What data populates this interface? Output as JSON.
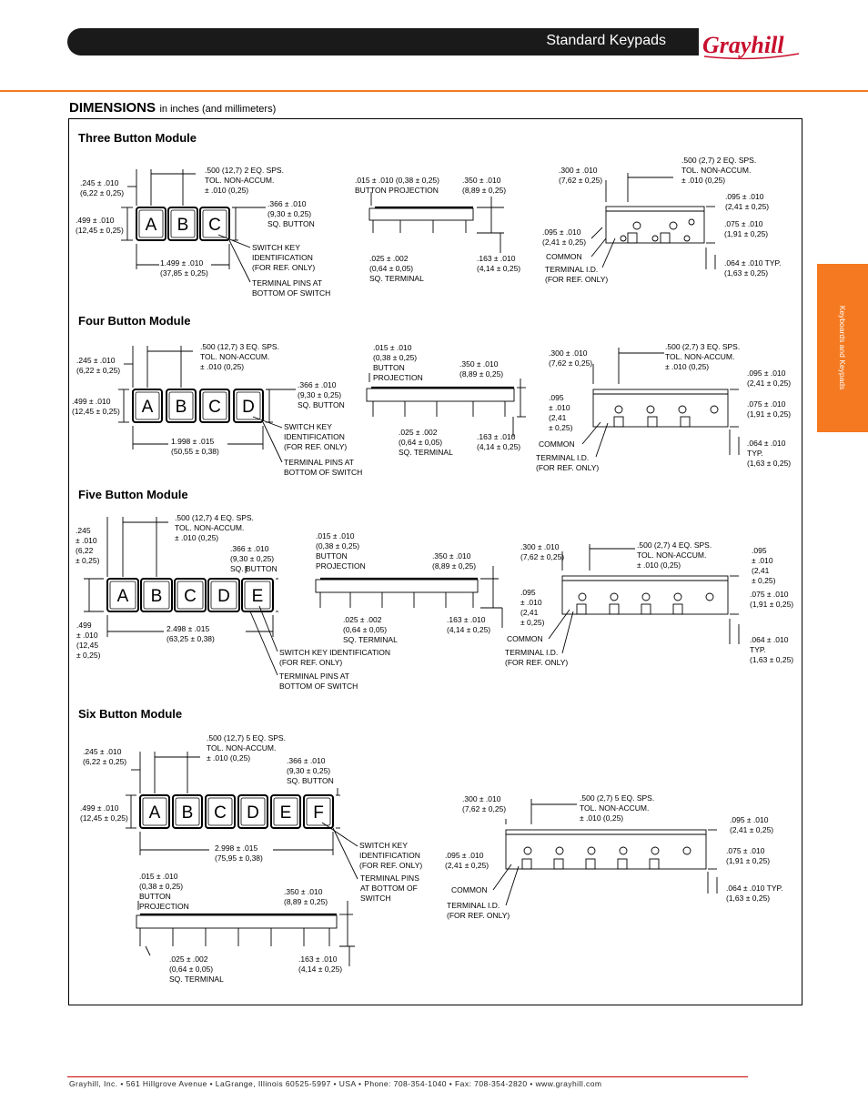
{
  "header": {
    "title": "Standard Keypads",
    "brand": "Grayhill"
  },
  "section": {
    "heading": "DIMENSIONS",
    "subheading": "in inches (and millimeters)"
  },
  "side_tab": {
    "label": "Keyboards and Keypads"
  },
  "colors": {
    "accent": "#f47920",
    "brand_red": "#c8102e",
    "header_bar": "#1a1a1a"
  },
  "modules": {
    "three": {
      "title": "Three Button Module",
      "keys": [
        "A",
        "B",
        "C"
      ],
      "labels": {
        "pitch": ".500 (12,7) 2 EQ. SPS.\nTOL. NON-ACCUM.\n± .010 (0,25)",
        "w245": ".245 ± .010\n(6,22 ± 0,25)",
        "h499": ".499 ± .010\n(12,45 ± 0,25)",
        "sq366": ".366 ± .010\n(9,30 ± 0,25)\nSQ. BUTTON",
        "len": "1.499 ± .010\n(37,85 ± 0,25)",
        "swkey": "SWITCH KEY\nIDENTIFICATION\n(FOR REF. ONLY)",
        "pins": "TERMINAL PINS AT\nBOTTOM OF SWITCH",
        "proj": ".015 ± .010 (0,38 ± 0,25)\nBUTTON PROJECTION",
        "h350": ".350 ± .010\n(8,89 ± 0,25)",
        "sqt": ".025 ± .002\n(0,64 ± 0,05)\nSQ. TERMINAL",
        "h163": ".163 ± .010\n(4,14 ± 0,25)",
        "b300": ".300 ± .010\n(7,62 ± 0,25)",
        "b500": ".500 (2,7) 2 EQ. SPS.\nTOL. NON-ACCUM.\n± .010 (0,25)",
        "b095r": ".095 ± .010\n(2,41 ± 0,25)",
        "b075": ".075 ± .010\n(1,91 ± 0,25)",
        "b095l": ".095 ± .010\n(2,41 ± 0,25)",
        "common": "COMMON",
        "termid": "TERMINAL I.D.\n(FOR REF. ONLY)",
        "b064": ".064 ± .010 TYP.\n(1,63 ± 0,25)"
      }
    },
    "four": {
      "title": "Four Button Module",
      "keys": [
        "A",
        "B",
        "C",
        "D"
      ],
      "labels": {
        "pitch": ".500 (12,7) 3 EQ. SPS.\nTOL. NON-ACCUM.\n± .010 (0,25)",
        "w245": ".245 ± .010\n(6,22 ± 0,25)",
        "h499": ".499 ± .010\n(12,45 ± 0,25)",
        "sq366": ".366 ± .010\n(9,30 ± 0,25)\nSQ. BUTTON",
        "len": "1.998 ± .015\n(50,55 ± 0,38)",
        "swkey": "SWITCH KEY\nIDENTIFICATION\n(FOR REF. ONLY)",
        "pins": "TERMINAL PINS AT\nBOTTOM OF SWITCH",
        "proj": ".015 ± .010\n(0,38 ± 0,25)\nBUTTON\nPROJECTION",
        "h350": ".350 ± .010\n(8,89 ± 0,25)",
        "sqt": ".025 ± .002\n(0,64 ± 0,05)\nSQ. TERMINAL",
        "h163": ".163 ± .010\n(4,14 ± 0,25)",
        "b300": ".300 ± .010\n(7,62 ± 0,25)",
        "b500": ".500 (2,7) 3 EQ. SPS.\nTOL. NON-ACCUM.\n± .010 (0,25)",
        "b095r": ".095 ± .010\n(2,41 ± 0,25)",
        "b075": ".075 ± .010\n(1,91 ± 0,25)",
        "b095l": ".095\n± .010\n(2,41\n± 0,25)",
        "common": "COMMON",
        "termid": "TERMINAL I.D.\n(FOR REF. ONLY)",
        "b064": ".064 ± .010\nTYP.\n(1,63 ± 0,25)"
      }
    },
    "five": {
      "title": "Five Button Module",
      "keys": [
        "A",
        "B",
        "C",
        "D",
        "E"
      ],
      "labels": {
        "pitch": ".500 (12,7) 4 EQ. SPS.\nTOL. NON-ACCUM.\n± .010 (0,25)",
        "w245": ".245\n± .010\n(6,22\n± 0,25)",
        "h499": ".499\n± .010\n(12,45\n± 0,25)",
        "sq366": ".366 ± .010\n(9,30 ± 0,25)\nSQ. BUTTON",
        "len": "2.498 ± .015\n(63,25 ± 0,38)",
        "swkey": "SWITCH KEY IDENTIFICATION\n(FOR REF. ONLY)",
        "pins": "TERMINAL PINS AT\nBOTTOM OF SWITCH",
        "proj": ".015 ± .010\n(0,38 ± 0,25)\nBUTTON\nPROJECTION",
        "h350": ".350 ± .010\n(8,89 ± 0,25)",
        "sqt": ".025 ± .002\n(0,64 ± 0,05)\nSQ. TERMINAL",
        "h163": ".163 ± .010\n(4,14 ± 0,25)",
        "b300": ".300 ± .010\n(7,62 ± 0,25)",
        "b500": ".500 (2,7) 4 EQ. SPS.\nTOL. NON-ACCUM.\n± .010 (0,25)",
        "b095r": ".095\n± .010\n(2,41\n± 0,25)",
        "b075": ".075 ± .010\n(1,91 ± 0,25)",
        "b095l": ".095\n± .010\n(2,41\n± 0,25)",
        "common": "COMMON",
        "termid": "TERMINAL I.D.\n(FOR REF. ONLY)",
        "b064": ".064 ± .010\nTYP.\n(1,63 ± 0,25)"
      }
    },
    "six": {
      "title": "Six Button Module",
      "keys": [
        "A",
        "B",
        "C",
        "D",
        "E",
        "F"
      ],
      "labels": {
        "pitch": ".500 (12,7) 5 EQ. SPS.\nTOL. NON-ACCUM.\n± .010 (0,25)",
        "w245": ".245 ± .010\n(6,22 ± 0,25)",
        "h499": ".499 ± .010\n(12,45 ± 0,25)",
        "sq366": ".366 ± .010\n(9,30 ± 0,25)\nSQ. BUTTON",
        "len": "2.998 ± .015\n(75,95 ± 0,38)",
        "swkey": "SWITCH KEY\nIDENTIFICATION\n(FOR REF. ONLY)",
        "pins": "TERMINAL PINS\nAT BOTTOM OF\nSWITCH",
        "proj": ".015 ± .010\n(0,38 ± 0,25)\nBUTTON\nPROJECTION",
        "h350": ".350 ± .010\n(8,89 ± 0,25)",
        "sqt": ".025 ± .002\n(0,64 ± 0,05)\nSQ. TERMINAL",
        "h163": ".163 ± .010\n(4,14 ± 0,25)",
        "b300": ".300 ± .010\n(7,62 ± 0,25)",
        "b500": ".500 (2,7) 5 EQ. SPS.\nTOL. NON-ACCUM.\n± .010 (0,25)",
        "b095r": ".095 ± .010\n(2,41 ± 0,25)",
        "b075": ".075 ± .010\n(1,91 ± 0,25)",
        "b095l": ".095 ± .010\n(2,41 ± 0,25)",
        "common": "COMMON",
        "termid": "TERMINAL I.D.\n(FOR REF. ONLY)",
        "b064": ".064 ± .010 TYP.\n(1,63 ± 0,25)"
      }
    }
  },
  "footer": {
    "text": "Grayhill, Inc. • 561 Hillgrove Avenue • LaGrange, Illinois  60525-5997 • USA • Phone: 708-354-1040 • Fax: 708-354-2820 • www.grayhill.com"
  }
}
